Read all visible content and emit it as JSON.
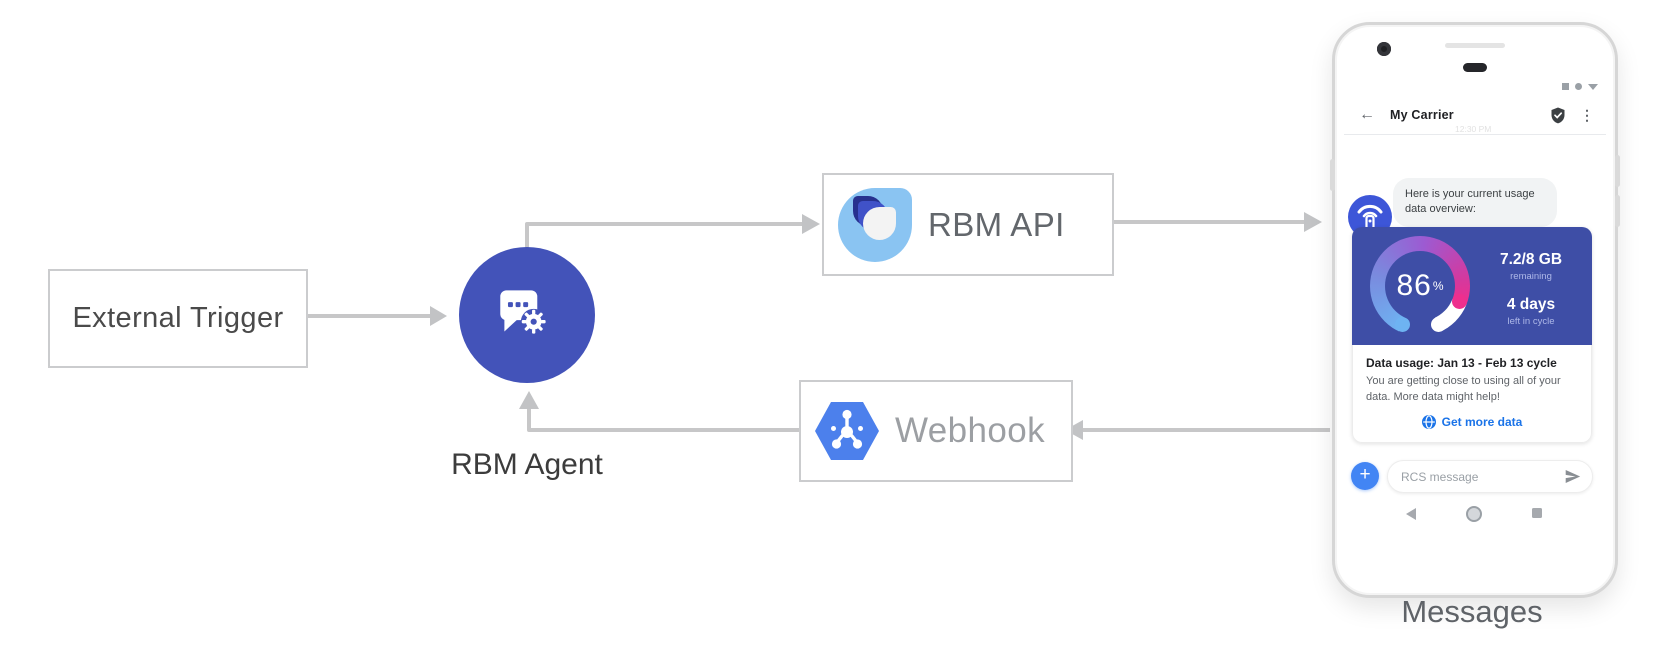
{
  "colors": {
    "agent_blue": "#4353B9",
    "card_indigo": "#3E4EA6",
    "gauge_light_blue": "#6EB3F2",
    "gauge_pink": "#EE2F8E",
    "link_blue": "#1A73E8",
    "google_blue": "#4285F4",
    "connector_gray": "#C7C7C8"
  },
  "diagram": {
    "external_trigger_label": "External Trigger",
    "rbm_agent_label": "RBM Agent",
    "rbm_api_label": "RBM API",
    "webhook_label": "Webhook",
    "messages_caption": "Messages"
  },
  "phone": {
    "header": {
      "back_icon": "←",
      "title": "My Carrier",
      "menu_icon": "⋮",
      "timestamp_faint": "12:30 PM"
    },
    "chat": {
      "agent_message": "Here is your current usage data overview:"
    },
    "usage": {
      "percent": "86",
      "percent_unit": "%",
      "remaining_value": "7.2/8 GB",
      "remaining_label": "remaining",
      "days_value": "4 days",
      "days_label": "left in cycle",
      "title": "Data usage: Jan 13 - Feb 13 cycle",
      "body": "You are getting close to using all of your data. More data might help!",
      "cta_label": "Get more data"
    },
    "compose": {
      "plus_label": "+",
      "placeholder": "RCS message"
    }
  }
}
